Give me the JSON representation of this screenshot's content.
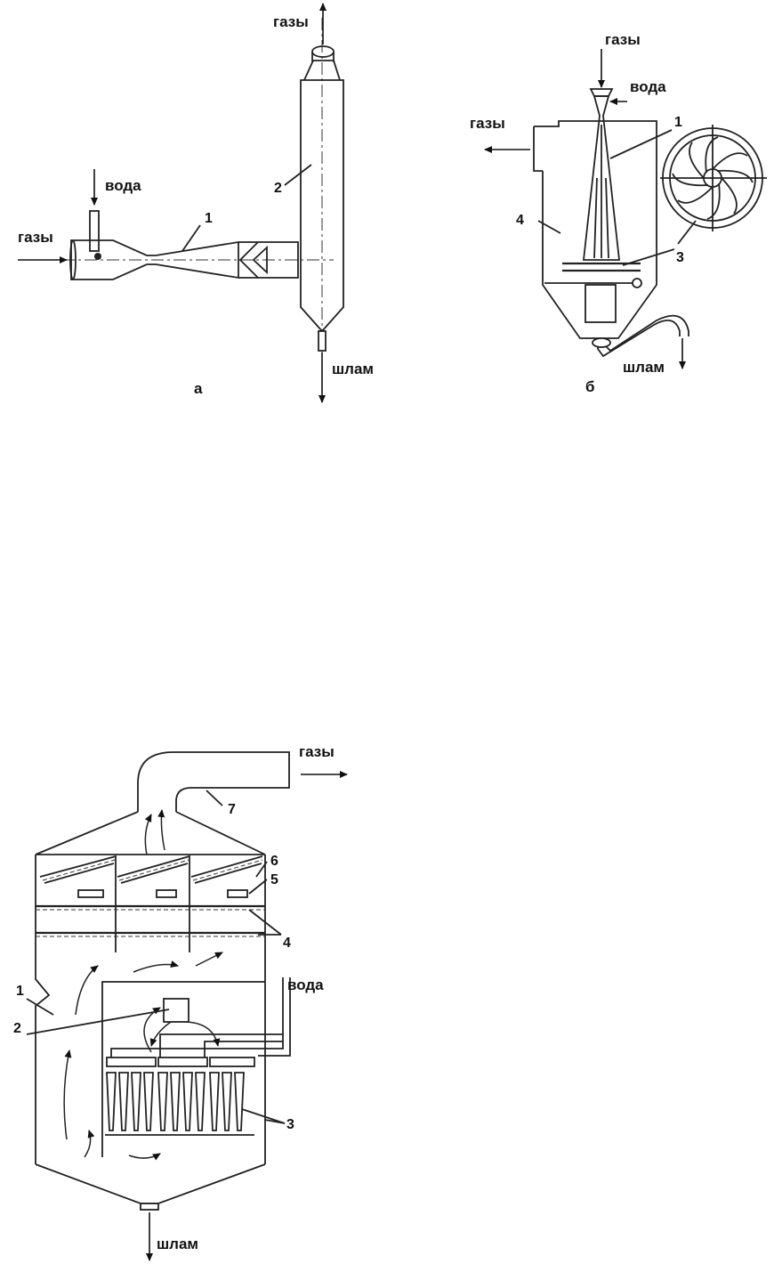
{
  "fig_a": {
    "gas_in": "газы",
    "water": "вода",
    "gas_out": "газы",
    "sludge": "шлам",
    "num1": "1",
    "num2": "2",
    "caption": "а"
  },
  "fig_b": {
    "gas_in": "газы",
    "water": "вода",
    "gas_out": "газы",
    "sludge": "шлам",
    "num1": "1",
    "num3": "3",
    "num4": "4",
    "caption": "б"
  },
  "fig_c": {
    "gas_out": "газы",
    "water": "вода",
    "sludge": "шлам",
    "num1": "1",
    "num2": "2",
    "num3": "3",
    "num4": "4",
    "num5": "5",
    "num6": "6",
    "num7": "7"
  }
}
